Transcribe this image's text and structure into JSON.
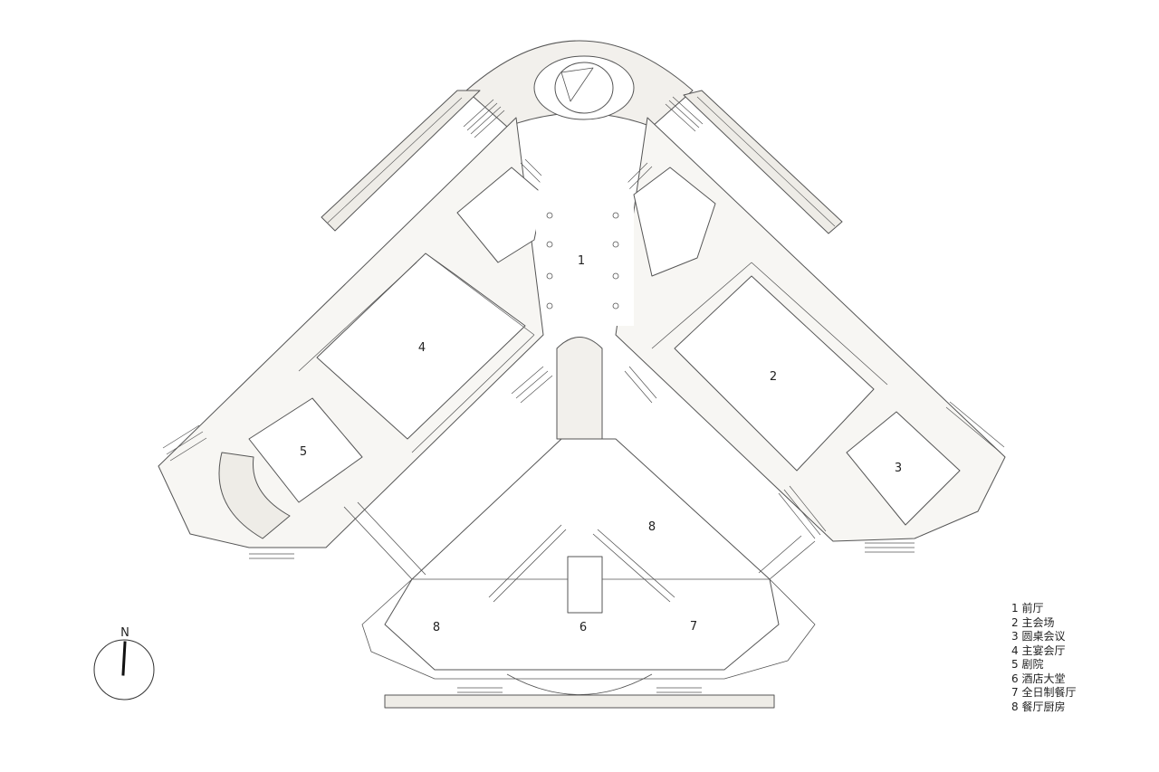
{
  "room_labels": [
    {
      "num": "1",
      "name": "前厅"
    },
    {
      "num": "2",
      "name": "主会场"
    },
    {
      "num": "3",
      "name": "圆桌会议"
    },
    {
      "num": "4",
      "name": "主宴会厅"
    },
    {
      "num": "5",
      "name": "剧院"
    },
    {
      "num": "6",
      "name": "酒店大堂"
    },
    {
      "num": "7",
      "name": "全日制餐厅"
    },
    {
      "num": "8",
      "name": "餐厅厨房"
    }
  ],
  "plan_labels": {
    "l1": "1",
    "l2": "2",
    "l3": "3",
    "l4": "4",
    "l5": "5",
    "l6": "6",
    "l7": "7",
    "l8a": "8",
    "l8b": "8"
  },
  "legend": [
    "1 前厅",
    "2 主会场",
    "3 圆桌会议",
    "4 主宴会厅",
    "5 剧院",
    "6 酒店大堂",
    "7 全日制餐厅",
    "8 餐厅厨房"
  ],
  "north_label": "N",
  "colors": {
    "line": "#555555",
    "fill": "#f2f0ec",
    "paper": "#ffffff"
  }
}
